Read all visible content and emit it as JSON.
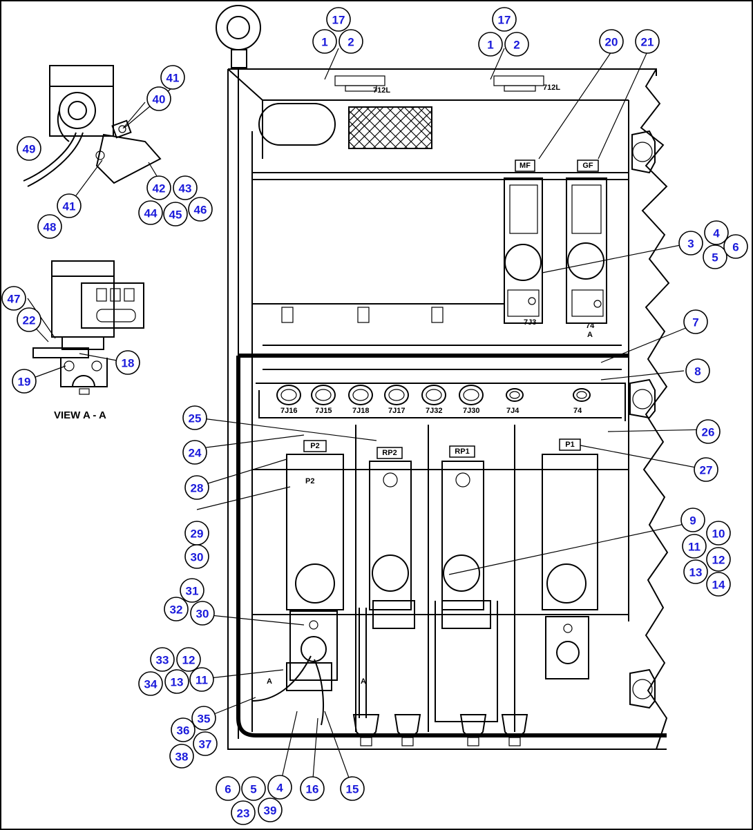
{
  "view_title": "VIEW A - A",
  "colors": {
    "callout_text": "#1a1adb",
    "line": "#000000",
    "background": "#ffffff"
  },
  "tags": {
    "mf": "MF",
    "gf": "GF",
    "p2": "P2",
    "rp2": "RP2",
    "rp1": "RP1",
    "p1": "P1"
  },
  "part_labels": {
    "l712_left": "712L",
    "l712_right": "712L",
    "l7j3": "7J3",
    "l74": "74",
    "l74a": "A",
    "p2_inner": "P2",
    "section_a_left": "A",
    "section_a_right": "A"
  },
  "connectors": [
    "7J16",
    "7J15",
    "7J18",
    "7J17",
    "7J32",
    "7J30",
    "7J4",
    "74"
  ],
  "callouts": [
    "17",
    "1",
    "2",
    "17",
    "1",
    "2",
    "20",
    "21",
    "41",
    "40",
    "49",
    "42",
    "43",
    "41",
    "44",
    "45",
    "46",
    "48",
    "3",
    "4",
    "5",
    "6",
    "47",
    "22",
    "18",
    "19",
    "7",
    "8",
    "25",
    "26",
    "24",
    "27",
    "28",
    "29",
    "30",
    "9",
    "10",
    "11",
    "12",
    "13",
    "14",
    "31",
    "32",
    "30",
    "33",
    "12",
    "34",
    "13",
    "11",
    "35",
    "36",
    "37",
    "38",
    "6",
    "5",
    "4",
    "23",
    "39",
    "16",
    "15"
  ]
}
